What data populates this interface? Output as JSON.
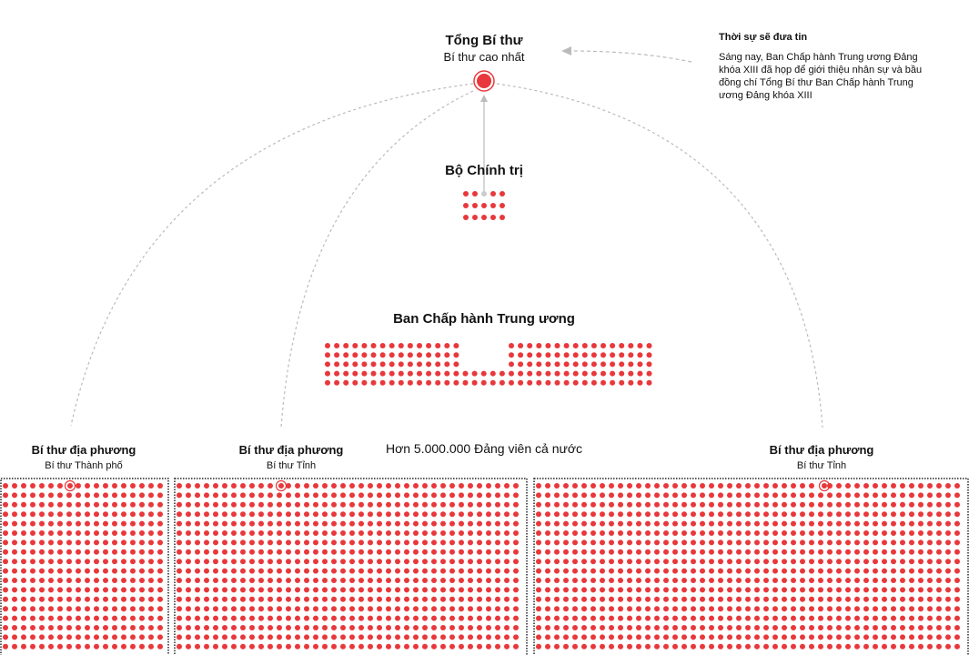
{
  "top": {
    "title": "Tổng Bí thư",
    "subtitle": "Bí thư cao nhất"
  },
  "politburo": {
    "title": "Bộ Chính trị"
  },
  "central_committee": {
    "title": "Ban Chấp hành Trung ương"
  },
  "members": {
    "label": "Hơn 5.000.000 Đảng viên cả nước"
  },
  "locals": [
    {
      "title": "Bí thư địa phương",
      "subtitle": "Bí thư Thành phố"
    },
    {
      "title": "Bí thư địa phương",
      "subtitle": "Bí thư Tỉnh"
    },
    {
      "title": "Bí thư địa phương",
      "subtitle": "Bí thư Tỉnh"
    }
  ],
  "note": {
    "heading": "Thời sự sẽ đưa tin",
    "body": "Sáng nay, Ban Chấp hành Trung ương Đảng khóa XIII đã họp để giới thiệu nhân sự và bầu đồng chí Tổng Bí thư Ban Chấp hành Trung ương Đảng khóa XIII"
  },
  "colors": {
    "dot": "#e8383b",
    "line": "#bbbbbb"
  }
}
